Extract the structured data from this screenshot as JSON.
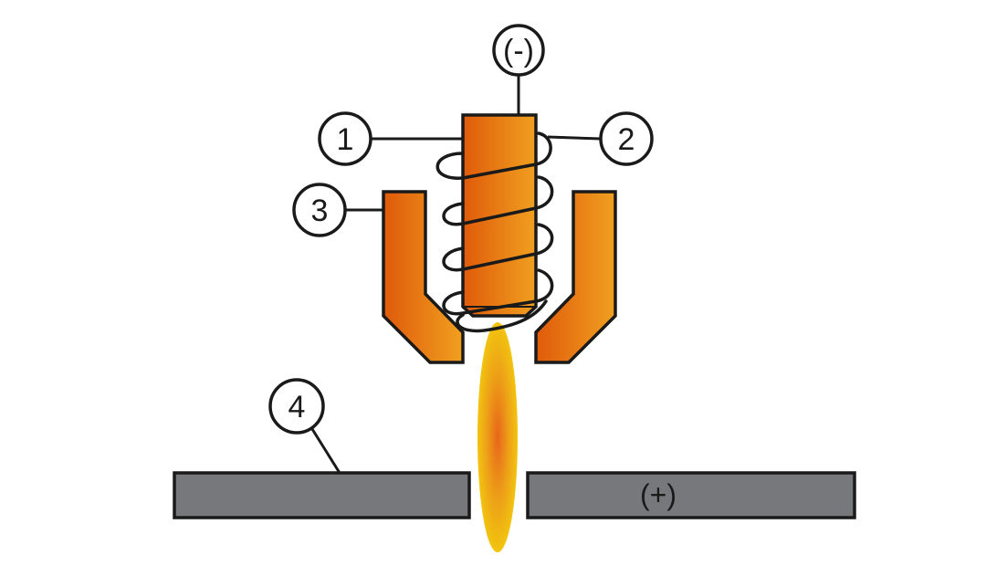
{
  "labels": {
    "electrode_terminal": "(-)",
    "callout_1": "1",
    "callout_2": "2",
    "callout_3": "3",
    "callout_4": "4",
    "workpiece_terminal": "(+)"
  },
  "colors": {
    "copper_light": "#f0a020",
    "copper_dark": "#e05a0a",
    "outline": "#1a1a1a",
    "plate_gray": "#77787b",
    "plasma_core": "#e8661a",
    "plasma_edge": "#f2c40f",
    "background": "#ffffff"
  }
}
